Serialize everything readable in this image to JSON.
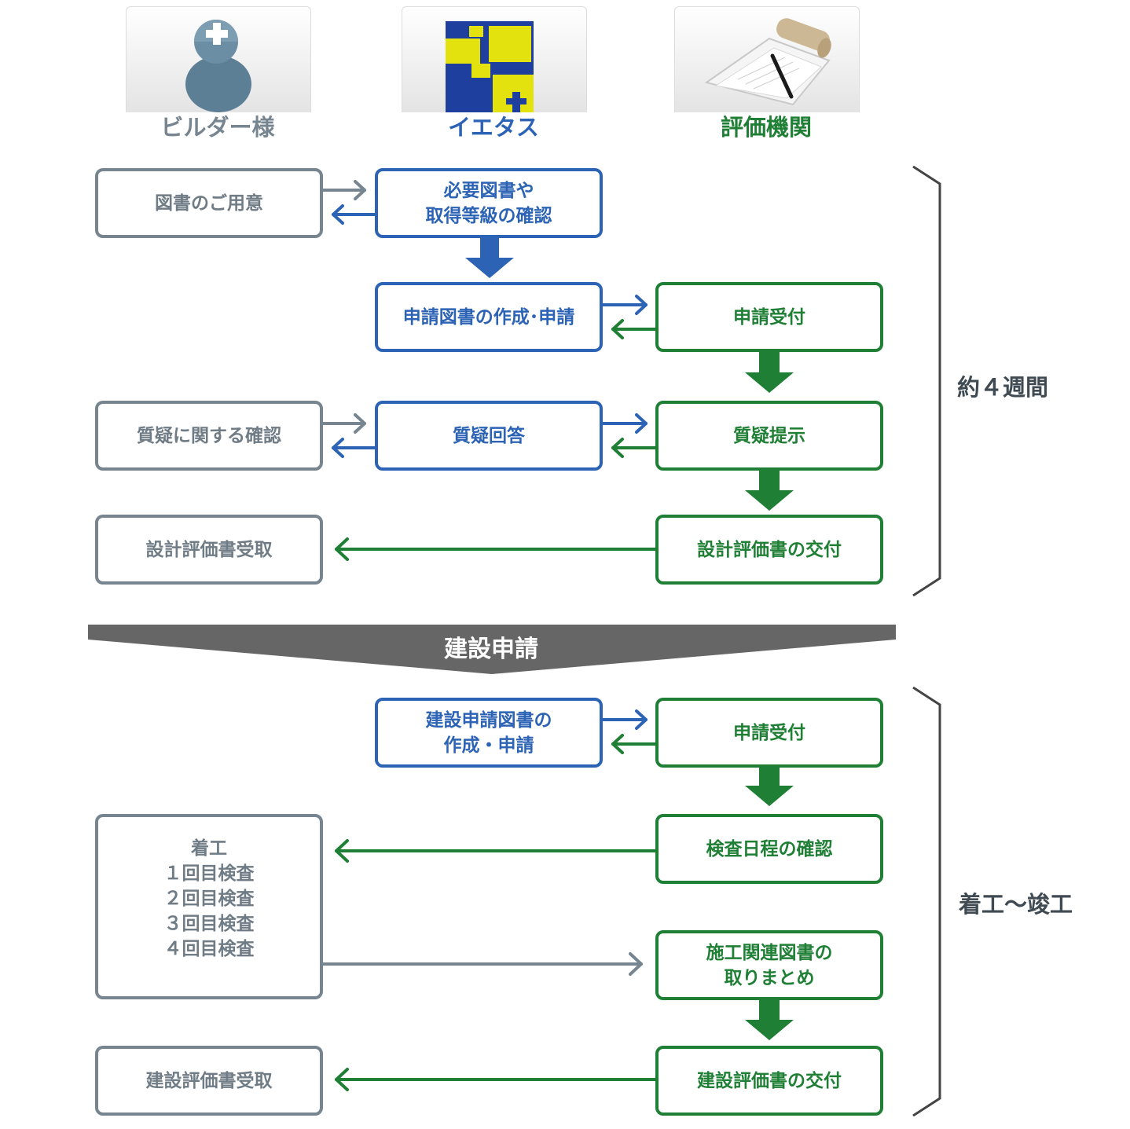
{
  "columns": {
    "builder": "ビルダー様",
    "ietasu": "イエタス",
    "evaluator": "評価機関"
  },
  "icons": {
    "builder": "person-helmet-icon",
    "ietasu": "ietasu-logo-icon",
    "evaluator": "document-pen-icon"
  },
  "colors": {
    "builder": "#76858f",
    "ietasu": "#2c63b5",
    "evaluator": "#1f7f35",
    "banner": "#666666"
  },
  "design_phase": {
    "builder_prepare": "図書のご用意",
    "ietasu_confirm": "必要図書や\n取得等級の確認",
    "ietasu_create": "申請図書の作成･申請",
    "eval_accept": "申請受付",
    "builder_question": "質疑に関する確認",
    "ietasu_answer": "質疑回答",
    "eval_question": "質疑提示",
    "builder_receive": "設計評価書受取",
    "eval_issue": "設計評価書の交付",
    "period": "約４週間"
  },
  "banner": "建設申請",
  "construction_phase": {
    "ietasu_create": "建設申請図書の\n作成・申請",
    "eval_accept": "申請受付",
    "eval_schedule": "検査日程の確認",
    "builder_inspections": "着工\n１回目検査\n２回目検査\n３回目検査\n４回目検査",
    "eval_compile": "施工関連図書の\n取りまとめ",
    "builder_receive": "建設評価書受取",
    "eval_issue": "建設評価書の交付",
    "period": "着工〜竣工"
  }
}
